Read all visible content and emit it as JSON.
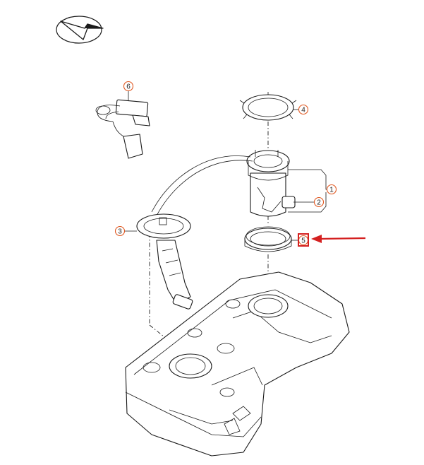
{
  "callouts": {
    "c1": "1",
    "c2": "2",
    "c3": "3",
    "c4": "4",
    "c5": "5",
    "c6": "6"
  },
  "colors": {
    "outline": "#1a1a1a",
    "callout_ring": "#e0561e",
    "highlight": "#d42020"
  },
  "icons": {
    "orientation": "direction-arrow-icon",
    "pointer": "red-pointer-arrow-icon"
  }
}
